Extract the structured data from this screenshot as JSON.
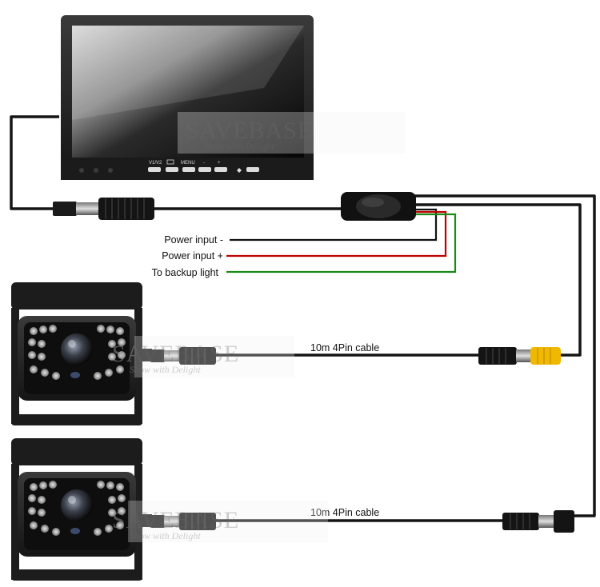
{
  "watermark": {
    "brand": "SAVEBASE",
    "tagline": "Show with Delight"
  },
  "monitor": {
    "buttons": [
      "V1/V2",
      "MENU",
      "-",
      "+"
    ]
  },
  "wire_labels": {
    "power_minus": "Power input -",
    "power_plus": "Power input +",
    "backup_light": "To backup light"
  },
  "cables": {
    "camera1": "10m 4Pin cable",
    "camera2": "10m 4Pin cable"
  },
  "colors": {
    "cable": "#151515",
    "power_minus": "#111111",
    "power_plus": "#c00000",
    "backup_light": "#1a8a1a",
    "yellow_connector": "#f0b800"
  }
}
